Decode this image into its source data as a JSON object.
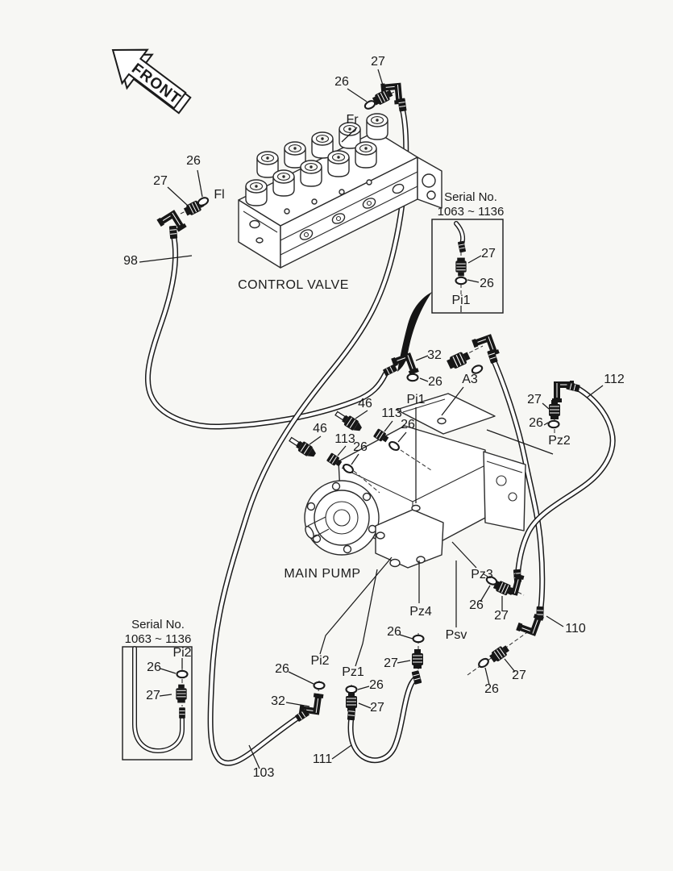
{
  "figure": {
    "front_arrow_label": "FRONT",
    "control_valve_label": "CONTROL VALVE",
    "main_pump_label": "MAIN PUMP"
  },
  "serial_note": {
    "title": "Serial No.",
    "range": "1063 ~ 1136"
  },
  "parts": {
    "26": "26",
    "27": "27",
    "32": "32",
    "46": "46",
    "98": "98",
    "103": "103",
    "110": "110",
    "111": "111",
    "112": "112",
    "113": "113"
  },
  "ports": {
    "fr": "Fr",
    "fl": "Fl",
    "a3": "A3",
    "pi1": "Pi1",
    "pi2": "Pi2",
    "pz1": "Pz1",
    "pz2": "Pz2",
    "pz3": "Pz3",
    "pz4": "Pz4",
    "psv": "Psv"
  }
}
